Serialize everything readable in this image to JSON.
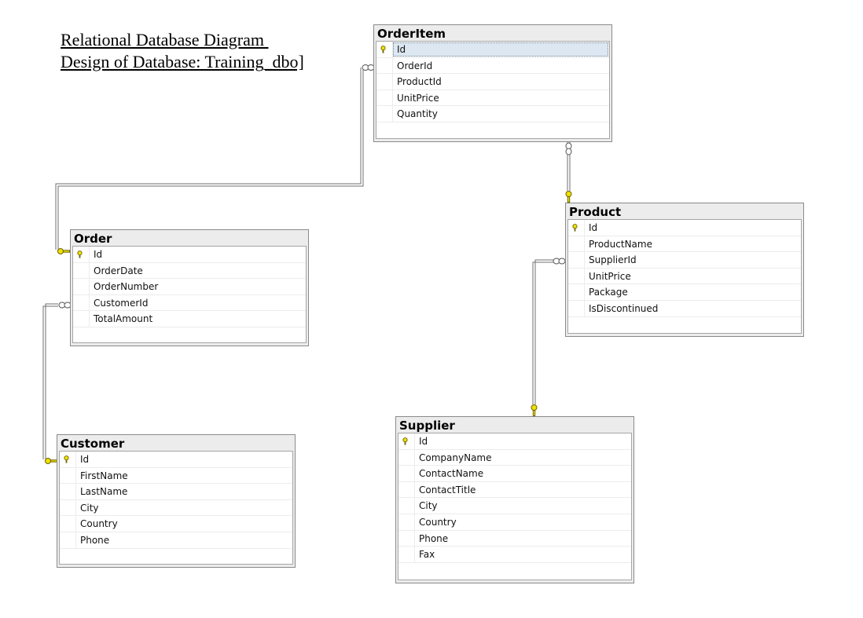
{
  "title": {
    "line1": "Relational Database Diagram ",
    "line2": "Design of Database: Training_dbo]"
  },
  "icons": {
    "primary_key": "key-icon",
    "one_end": "key-connector-icon",
    "many_end": "infinity-connector-icon"
  },
  "colors": {
    "key_fill": "#f0e000",
    "key_stroke": "#6b6400",
    "line": "#6f6f6f",
    "header_bg": "#ececec",
    "selected_bg": "#dde7f1"
  },
  "tables": {
    "orderitem": {
      "name": "OrderItem",
      "columns": [
        {
          "name": "Id",
          "pk": true,
          "selected": true
        },
        {
          "name": "OrderId",
          "pk": false
        },
        {
          "name": "ProductId",
          "pk": false
        },
        {
          "name": "UnitPrice",
          "pk": false
        },
        {
          "name": "Quantity",
          "pk": false
        }
      ]
    },
    "product": {
      "name": "Product",
      "columns": [
        {
          "name": "Id",
          "pk": true
        },
        {
          "name": "ProductName",
          "pk": false
        },
        {
          "name": "SupplierId",
          "pk": false
        },
        {
          "name": "UnitPrice",
          "pk": false
        },
        {
          "name": "Package",
          "pk": false
        },
        {
          "name": "IsDiscontinued",
          "pk": false
        }
      ]
    },
    "order": {
      "name": "Order",
      "columns": [
        {
          "name": "Id",
          "pk": true
        },
        {
          "name": "OrderDate",
          "pk": false
        },
        {
          "name": "OrderNumber",
          "pk": false
        },
        {
          "name": "CustomerId",
          "pk": false
        },
        {
          "name": "TotalAmount",
          "pk": false
        }
      ]
    },
    "customer": {
      "name": "Customer",
      "columns": [
        {
          "name": "Id",
          "pk": true
        },
        {
          "name": "FirstName",
          "pk": false
        },
        {
          "name": "LastName",
          "pk": false
        },
        {
          "name": "City",
          "pk": false
        },
        {
          "name": "Country",
          "pk": false
        },
        {
          "name": "Phone",
          "pk": false
        }
      ]
    },
    "supplier": {
      "name": "Supplier",
      "columns": [
        {
          "name": "Id",
          "pk": true
        },
        {
          "name": "CompanyName",
          "pk": false
        },
        {
          "name": "ContactName",
          "pk": false
        },
        {
          "name": "ContactTitle",
          "pk": false
        },
        {
          "name": "City",
          "pk": false
        },
        {
          "name": "Country",
          "pk": false
        },
        {
          "name": "Phone",
          "pk": false
        },
        {
          "name": "Fax",
          "pk": false
        }
      ]
    }
  },
  "relationships": [
    {
      "from": "orderitem",
      "to": "order",
      "many_side": "orderitem",
      "one_side": "order"
    },
    {
      "from": "orderitem",
      "to": "product",
      "many_side": "orderitem",
      "one_side": "product"
    },
    {
      "from": "order",
      "to": "customer",
      "many_side": "order",
      "one_side": "customer"
    },
    {
      "from": "product",
      "to": "supplier",
      "many_side": "product",
      "one_side": "supplier"
    }
  ]
}
